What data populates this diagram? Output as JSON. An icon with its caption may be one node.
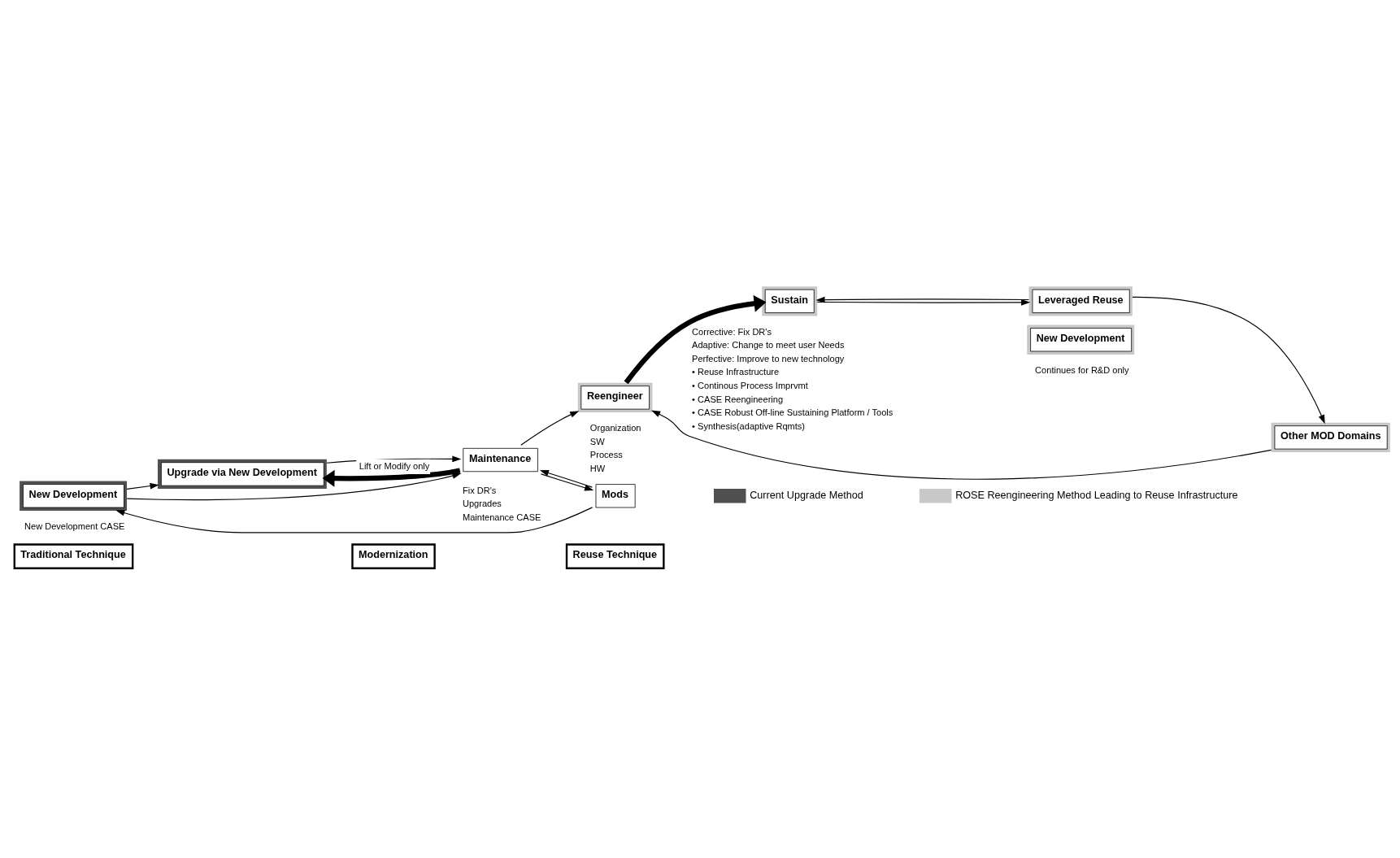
{
  "diagram": {
    "nodes": [
      {
        "text": [
          "Traditional Technique"
        ]
      },
      {
        "text": [
          "Modernization"
        ]
      },
      {
        "text": [
          "Reuse Technique"
        ]
      },
      {
        "text": [
          "New Development"
        ],
        "beside": [
          "New Development CASE"
        ]
      },
      {
        "text": [
          "Upgrade via New Development"
        ]
      },
      {
        "text": [
          "New Development"
        ],
        "beside": [
          "Continues for R&D only"
        ]
      },
      {
        "text": [
          "Sustain"
        ],
        "beside": [
          "Corrective: Fix DR's",
          "Adaptive: Change to meet user Needs",
          "Perfective: Improve to new technology",
          "• Reuse Infrastructure",
          "• Continous Process Imprvmt",
          "• CASE Reengineering",
          "• CASE Robust Off-line Sustaining Platform / Tools",
          "• Synthesis(adaptive Rqmts)"
        ]
      },
      {
        "text": [
          "Maintenance"
        ],
        "beside": [
          "Fix DR's",
          "Upgrades",
          "Maintenance CASE"
        ]
      },
      {
        "text": [
          "Reengineer"
        ],
        "beside": [
          "Organization",
          "SW",
          "Process",
          "HW"
        ]
      },
      {
        "text": [
          "Mods"
        ]
      },
      {
        "text": [
          "Other MOD Domains"
        ]
      },
      {
        "text": [
          "Leveraged Reuse"
        ]
      }
    ],
    "edges": [
      {
        "from": 3,
        "to": 4,
        "arrow": "to"
      },
      {
        "from": 3,
        "to": 7,
        "arrow": "to"
      },
      {
        "from": 9,
        "to": 3,
        "arrow": "to"
      },
      {
        "from": 9,
        "to": 7,
        "arrow": "to"
      },
      {
        "from": 7,
        "to": 9,
        "arrow": "to"
      },
      {
        "from": 7,
        "to": 4,
        "arrow": "to",
        "label": "Lift or Modify only",
        "style": "thick"
      },
      {
        "from": 4,
        "to": 7,
        "arrow": "to"
      },
      {
        "from": 7,
        "to": 8,
        "arrow": "to"
      },
      {
        "from": 10,
        "to": 8,
        "arrow": "to"
      },
      {
        "from": 8,
        "to": 6,
        "arrow": "to",
        "style": "thick"
      },
      {
        "from": 6,
        "to": 11,
        "arrow": "to"
      },
      {
        "from": 11,
        "to": 10,
        "arrow": "to"
      },
      {
        "from": 11,
        "to": 6,
        "arrow": "to"
      }
    ],
    "legend": [
      {
        "text": "Current Upgrade Method",
        "color": "#505050"
      },
      {
        "text": "ROSE Reengineering Method Leading to Reuse Infrastructure",
        "color": "#c8c8c8"
      }
    ]
  }
}
